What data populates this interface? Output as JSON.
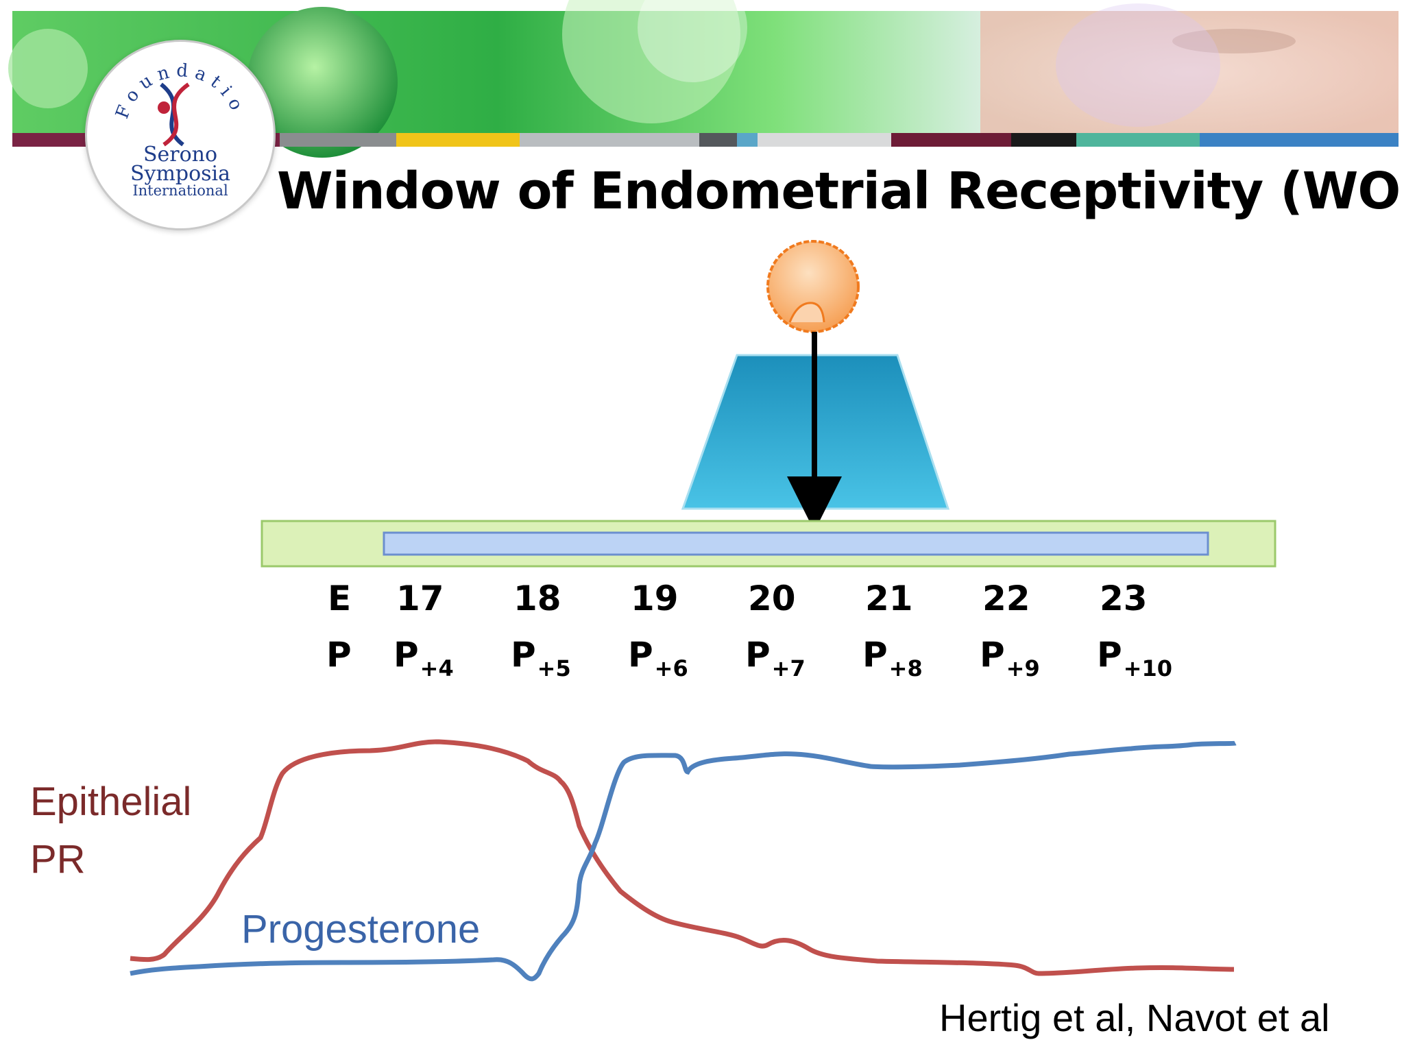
{
  "slide": {
    "title": "Window of Endometrial Receptivity (WOI)",
    "citation": "Hertig et al, Navot et al"
  },
  "logo": {
    "arc_text": "Foundation",
    "line1": "Serono",
    "line2": "Symposia",
    "line3": "International"
  },
  "timeline": {
    "row_e_label": "E",
    "row_p_label": "P",
    "days": [
      {
        "e": "17",
        "p": "P",
        "sub": "+4"
      },
      {
        "e": "18",
        "p": "P",
        "sub": "+5"
      },
      {
        "e": "19",
        "p": "P",
        "sub": "+6"
      },
      {
        "e": "20",
        "p": "P",
        "sub": "+7"
      },
      {
        "e": "21",
        "p": "P",
        "sub": "+8"
      },
      {
        "e": "22",
        "p": "P",
        "sub": "+9"
      },
      {
        "e": "23",
        "p": "P",
        "sub": "+10"
      }
    ]
  },
  "curves": {
    "epithelial_label_line1": "Epithelial",
    "epithelial_label_line2": "PR",
    "progesterone_label": "Progesterone",
    "epithelial_color": "#c0504d",
    "progesterone_color": "#4f81bd"
  },
  "colors": {
    "window_fill": "#31a9d4",
    "embryo_fill": "#f9a65a",
    "outer_bar_fill": "#dcf1b8",
    "inner_bar_fill": "#bcd3f5"
  }
}
